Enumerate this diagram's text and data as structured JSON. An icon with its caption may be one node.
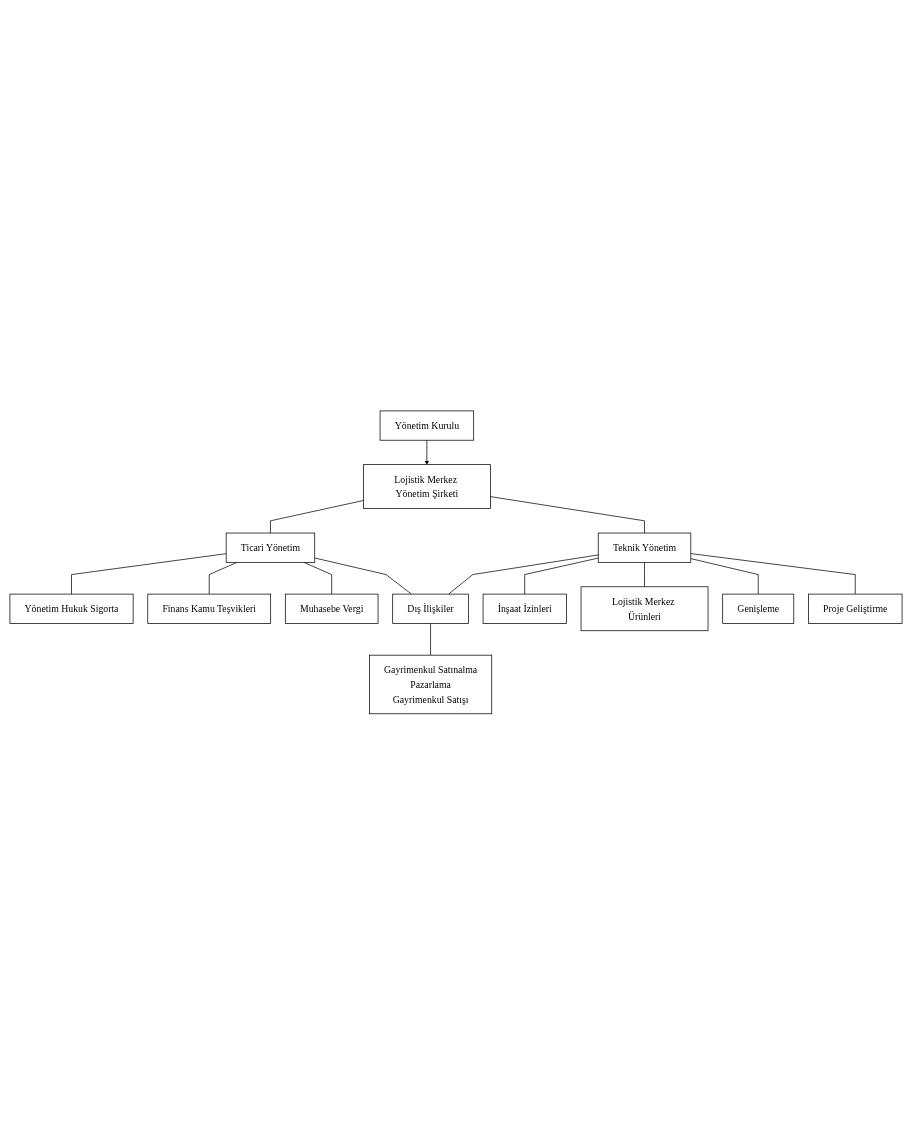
{
  "diagram": {
    "nodes": [
      {
        "text": [
          "Yönetim Kurulu"
        ]
      },
      {
        "text": [
          "Lojistik Merkez Yönetim Şirketi"
        ]
      },
      {
        "text": [
          "Ticari Yönetim"
        ]
      },
      {
        "text": [
          "Teknik Yönetim"
        ]
      },
      {
        "text": [
          "Yönetim Hukuk Sigorta"
        ]
      },
      {
        "text": [
          "Dış İlişkiler"
        ]
      },
      {
        "text": [
          "İnşaat İzinleri"
        ]
      },
      {
        "text": [
          "Finans Kamu Teşvikleri"
        ]
      },
      {
        "text": [
          "Gayrimenkul Satınalma",
          "Pazarlama",
          "Gayrimenkul Satışı"
        ]
      },
      {
        "text": [
          "Lojistik Merkez Ürünleri"
        ]
      },
      {
        "text": [
          "Genişleme"
        ]
      },
      {
        "text": [
          "Muhasebe Vergi"
        ]
      },
      {
        "text": [
          "Proje Geliştirme"
        ]
      }
    ],
    "edges": [
      {
        "from": 0,
        "to": 1,
        "arrow": "to"
      },
      {
        "from": 1,
        "to": 2,
        "arrow": "none"
      },
      {
        "from": 1,
        "to": 3,
        "arrow": "none"
      },
      {
        "from": 2,
        "to": 4,
        "arrow": "none"
      },
      {
        "from": 2,
        "to": 7,
        "arrow": "none"
      },
      {
        "from": 2,
        "to": 11,
        "arrow": "none"
      },
      {
        "from": 2,
        "to": 5,
        "arrow": "none"
      },
      {
        "from": 3,
        "to": 5,
        "arrow": "none"
      },
      {
        "from": 5,
        "to": 8,
        "arrow": "none"
      },
      {
        "from": 3,
        "to": 6,
        "arrow": "none"
      },
      {
        "from": 3,
        "to": 9,
        "arrow": "none"
      },
      {
        "from": 3,
        "to": 10,
        "arrow": "none"
      },
      {
        "from": 3,
        "to": 12,
        "arrow": "none"
      }
    ]
  }
}
